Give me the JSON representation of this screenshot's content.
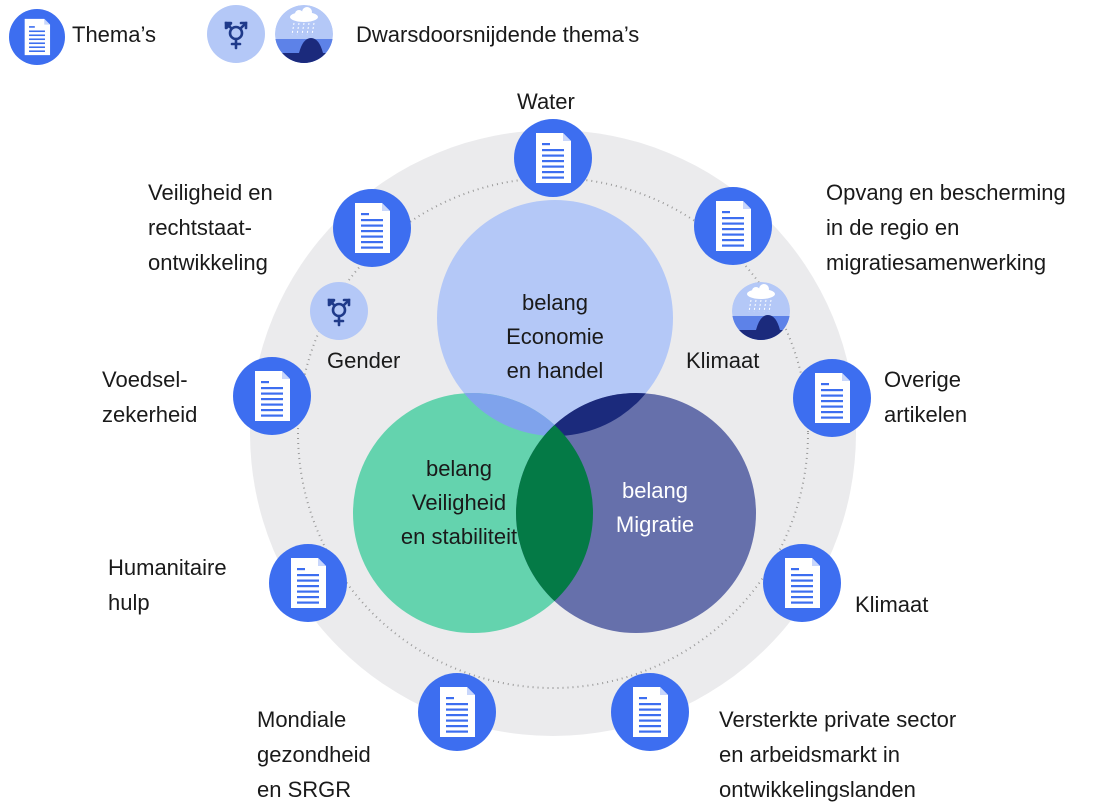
{
  "legend": {
    "themes_label": "Thema’s",
    "crosscutting_label": "Dwarsdoorsnijdende thema’s",
    "document_icon": "document-icon",
    "gender_icon": "gender-symbol-icon",
    "climate_icon": "rain-cloud-landscape-icon"
  },
  "themes": [
    {
      "id": "water",
      "label": "Water"
    },
    {
      "id": "opvang",
      "label": "Opvang en bescherming\nin de regio en\nmigratiesamenwerking"
    },
    {
      "id": "overige",
      "label": "Overige\nartikelen"
    },
    {
      "id": "klimaat",
      "label": "Klimaat"
    },
    {
      "id": "private-sector",
      "label": "Versterkte private sector\nen arbeidsmarkt in\nontwikkelingslanden"
    },
    {
      "id": "gezondheid",
      "label": "Mondiale\ngezondheid\nen SRGR"
    },
    {
      "id": "humanitaire",
      "label": "Humanitaire\nhulp"
    },
    {
      "id": "voedsel",
      "label": "Voedsel-\nzekerheid"
    },
    {
      "id": "veiligheid",
      "label": "Veiligheid en\nrechtstaat-\nontwikkeling"
    }
  ],
  "crosscutting": [
    {
      "id": "gender",
      "label": "Gender"
    },
    {
      "id": "klimaat-cross",
      "label": "Klimaat"
    }
  ],
  "interests": [
    {
      "id": "economie",
      "label": "belang\nEconomie\nen handel"
    },
    {
      "id": "veiligheid-stabiliteit",
      "label": "belang\nVeiligheid\nen stabiliteit"
    },
    {
      "id": "migratie",
      "label": "belang\nMigratie"
    }
  ],
  "colors": {
    "outer_ring": "#ebebed",
    "theme_blue": "#3d6ef0",
    "economie": "#b4c8f7",
    "veiligheid": "#64d3ae",
    "migratie": "#6670ab",
    "overlap_economie_veiligheid": "#7fa3ec",
    "overlap_economie_migratie": "#1b2a7c",
    "overlap_veiligheid_migratie": "#047a46",
    "crosscutting_bg": "#b4c8f7",
    "crosscutting_fg": "#1f3a8a"
  }
}
